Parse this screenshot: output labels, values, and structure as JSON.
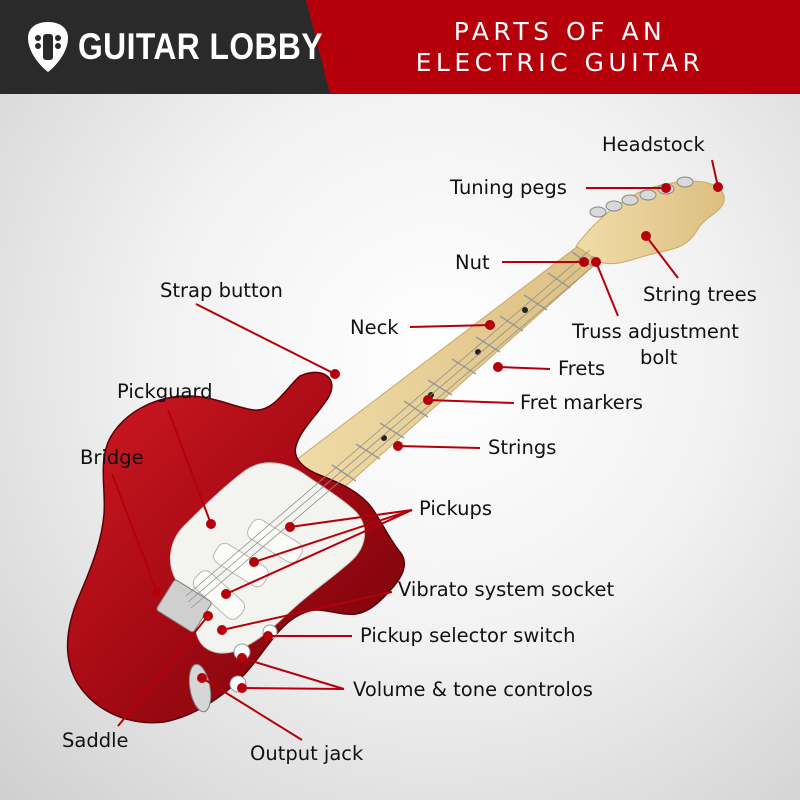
{
  "brand": {
    "name": "GUITAR LOBBY",
    "icon": "guitar-pick-headstock-icon"
  },
  "title": {
    "line1": "PARTS OF AN",
    "line2": "ELECTRIC GUITAR"
  },
  "colors": {
    "accent": "#b5000b",
    "header_dark": "#2a2a2a",
    "body_red": "#b00c18",
    "maple": "#e9cf97",
    "leader": "#b5000b"
  },
  "labels": {
    "headstock": "Headstock",
    "tuning_pegs": "Tuning pegs",
    "nut": "Nut",
    "string_trees": "String trees",
    "strap_button": "Strap button",
    "neck": "Neck",
    "truss_line1": "Truss adjustment",
    "truss_line2": "bolt",
    "frets": "Frets",
    "pickguard": "Pickguard",
    "fret_markers": "Fret markers",
    "bridge": "Bridge",
    "strings": "Strings",
    "pickups": "Pickups",
    "vibrato": "Vibrato system socket",
    "selector": "Pickup selector switch",
    "volume_tone": "Volume & tone controlos",
    "saddle": "Saddle",
    "output_jack": "Output jack"
  }
}
